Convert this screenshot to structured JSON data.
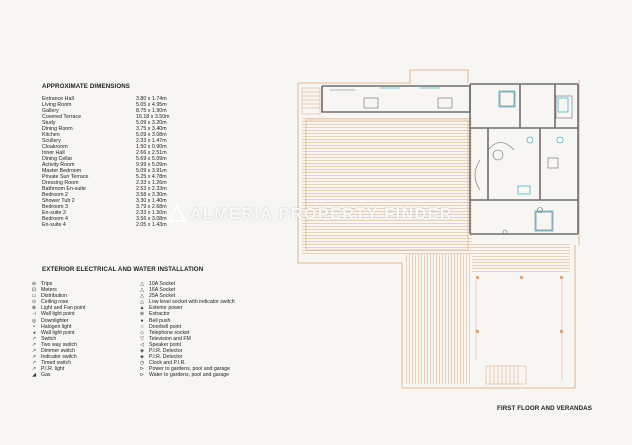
{
  "dimensions": {
    "title": "APPROXIMATE DIMENSIONS",
    "rows": [
      {
        "room": "Entrance Hall",
        "size": "3.80 x 1.74m"
      },
      {
        "room": "Living Room",
        "size": "5.05 x 4.95m"
      },
      {
        "room": "Gallery",
        "size": "8.75 x 1.90m"
      },
      {
        "room": "Covered Terrace",
        "size": "16.18 x 3.50m"
      },
      {
        "room": "Study",
        "size": "5.09 x 3.20m"
      },
      {
        "room": "Dining Room",
        "size": "3.75 x 3.40m"
      },
      {
        "room": "Kitchen",
        "size": "5.09 x 3.08m"
      },
      {
        "room": "Scullery",
        "size": "2.33 x 1.47m"
      },
      {
        "room": "Cloakroom",
        "size": "1.50 x 0.90m"
      },
      {
        "room": "Inner Hall",
        "size": "2.66 x 2.51m"
      },
      {
        "room": "Dining Cellar",
        "size": "5.69 x 5.09m"
      },
      {
        "room": "Activity Room",
        "size": "9.99 x 5.09m"
      },
      {
        "room": "Master Bedroom",
        "size": "5.09 x 3.91m"
      },
      {
        "room": "Private Sun Terrace",
        "size": "5.25 x 4.78m"
      },
      {
        "room": "Dressing Room",
        "size": "2.33 x 1.26m"
      },
      {
        "room": "Bathroom En-suite",
        "size": "2.53 x 2.33m"
      },
      {
        "room": "Bedroom 2",
        "size": "3.58 x 3.30m"
      },
      {
        "room": "Shower Tub 2",
        "size": "3.30 x 1.40m"
      },
      {
        "room": "Bedroom 3",
        "size": "3.79 x 2.68m"
      },
      {
        "room": "En-suite 3",
        "size": "2.33 x 1.50m"
      },
      {
        "room": "Bedroom 4",
        "size": "3.56 x 3.08m"
      },
      {
        "room": "En-suite 4",
        "size": "2.05 x 1.43m"
      }
    ]
  },
  "electrical": {
    "title": "EXTERIOR ELECTRICAL AND WATER INSTALLATION",
    "col1": [
      {
        "sym": "⊖",
        "label": "Trips"
      },
      {
        "sym": "⊡",
        "label": "Meters"
      },
      {
        "sym": "▭",
        "label": "Distribution"
      },
      {
        "sym": "⊙",
        "label": "Ceiling rose"
      },
      {
        "sym": "⊗",
        "label": "Light and Fan point"
      },
      {
        "sym": "⊣",
        "label": "Wall light point"
      },
      {
        "sym": "◎",
        "label": "Downlighter"
      },
      {
        "sym": "•",
        "label": "Halogen light"
      },
      {
        "sym": "◂",
        "label": "Wall light point"
      },
      {
        "sym": "↗",
        "label": "Switch"
      },
      {
        "sym": "↗",
        "label": "Two way switch"
      },
      {
        "sym": "↗",
        "label": "Dimmer switch"
      },
      {
        "sym": "↗",
        "label": "Indicator switch"
      },
      {
        "sym": "↗",
        "label": "Timed switch"
      },
      {
        "sym": "↗",
        "label": "P.I.R. light"
      },
      {
        "sym": "◢",
        "label": "Gas"
      }
    ],
    "col2": [
      {
        "sym": "△",
        "label": "10A Socket"
      },
      {
        "sym": "△",
        "label": "16A Socket"
      },
      {
        "sym": "△",
        "label": "25A Socket"
      },
      {
        "sym": "△",
        "label": "Low level socket with indicator switch"
      },
      {
        "sym": "▲",
        "label": "Exterior power"
      },
      {
        "sym": "⊕",
        "label": "Extractor"
      },
      {
        "sym": "●",
        "label": "Bell push"
      },
      {
        "sym": "○",
        "label": "Doorbell point"
      },
      {
        "sym": "◇",
        "label": "Telephone socket"
      },
      {
        "sym": "▽",
        "label": "Television and FM"
      },
      {
        "sym": "◁",
        "label": "Speaker point"
      },
      {
        "sym": "◈",
        "label": "P.I.R. Detector"
      },
      {
        "sym": "◈",
        "label": "P.I.R. Detector"
      },
      {
        "sym": "◷",
        "label": "Clock and P.I.R."
      },
      {
        "sym": "⊳",
        "label": "Power to gardens, pool and garage"
      },
      {
        "sym": "⊳",
        "label": "Water to gardens, pool and garage"
      }
    ]
  },
  "floor_title": "FIRST FLOOR AND VERANDAS",
  "watermark": "ALMERIA PROPERTY FINDER",
  "colors": {
    "plan_line": "#d9a877",
    "plan_dark": "#6e6e6e",
    "accent_blue": "#48b5c9",
    "paper": "#f7f6f3"
  }
}
